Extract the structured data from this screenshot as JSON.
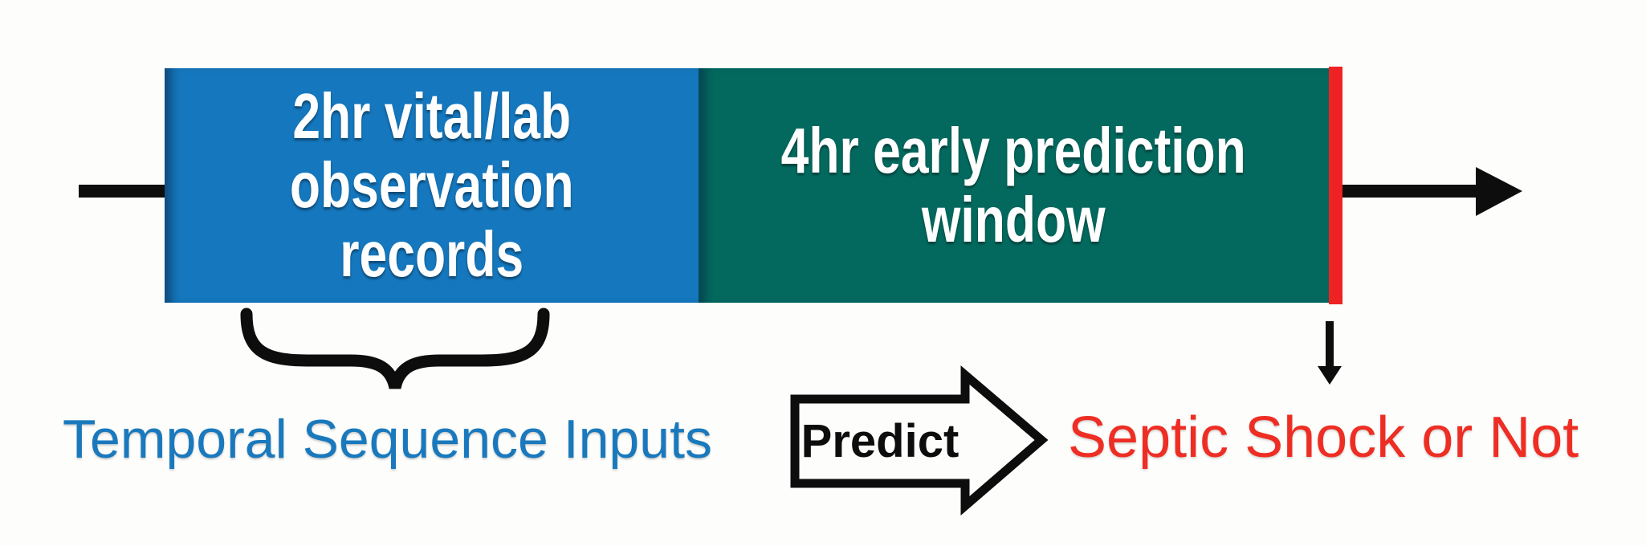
{
  "diagram": {
    "description": "Septic shock early prediction timeline",
    "boxes": {
      "observation": {
        "lines": [
          "2hr vital/lab",
          "observation",
          "records"
        ]
      },
      "prediction": {
        "lines": [
          "4hr early prediction",
          "window"
        ]
      }
    },
    "labels": {
      "inputs": "Temporal Sequence Inputs",
      "predict": "Predict",
      "outcome": "Septic Shock or Not"
    },
    "colors": {
      "background": "#fdfdfb",
      "observation_box": "#1577bd",
      "prediction_box": "#03695e",
      "onset_marker_red": "#ee2222",
      "outcome_text_red": "#ee2e24",
      "inputs_text_blue": "#1a79bd",
      "line_black": "#0d0d0d"
    },
    "icons": {
      "timeline_left_segment": "horizontal-line",
      "timeline_right_arrow": "right-arrow",
      "onset_down_arrow": "down-arrow",
      "inputs_underbrace": "bottom-curly-brace",
      "predict_block_arrow": "block-arrow-right"
    }
  }
}
